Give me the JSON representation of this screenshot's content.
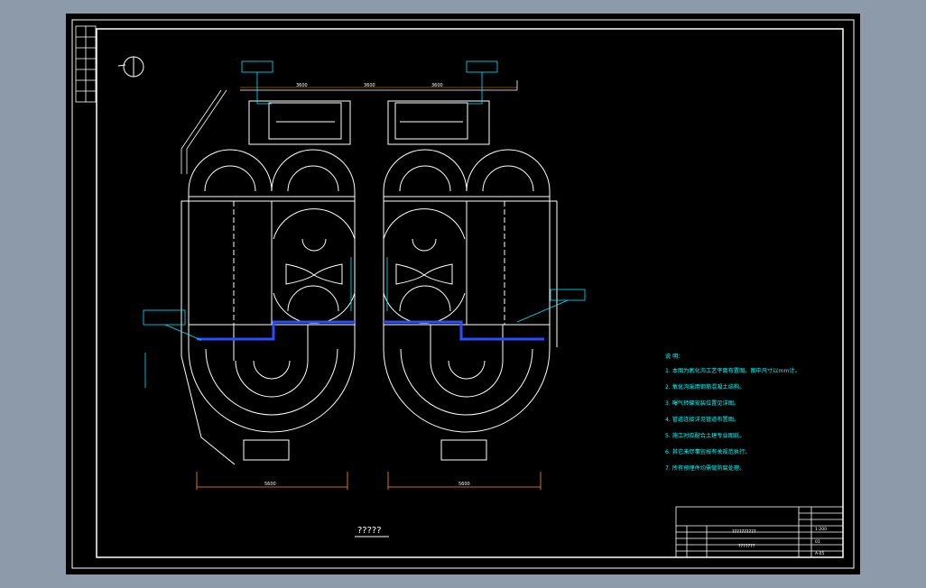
{
  "drawing": {
    "title": "?????",
    "colors": {
      "background": "#000000",
      "viewport": "#8c9aa9",
      "frame": "#ffffff",
      "pipe": "#00e5ff",
      "blue_pipe": "#2b4cff",
      "dimension": "#ff9900",
      "notes": "#00ffff",
      "wall": "#ffffff"
    },
    "notes_lines": [
      "说  明：",
      "1. 本图为氧化沟工艺平面布置图，图中尺寸以mm计。",
      "2. 氧化沟采用钢筋混凝土结构。",
      "3. 曝气转碟安装位置见详图。",
      "4. 管道连接详见管道布置图。",
      "5. 施工时应配合土建专业图纸。",
      "6. 其它未尽事宜按有关规范执行。",
      "7. 所有预埋件均需做防腐处理。"
    ],
    "title_block": {
      "main_text": "??????????",
      "sub_text": "???????",
      "right_values": [
        "1:200",
        "01",
        "A-05"
      ]
    },
    "dimension_labels": [
      "3600",
      "3600",
      "3600",
      "5600",
      "5600"
    ]
  }
}
